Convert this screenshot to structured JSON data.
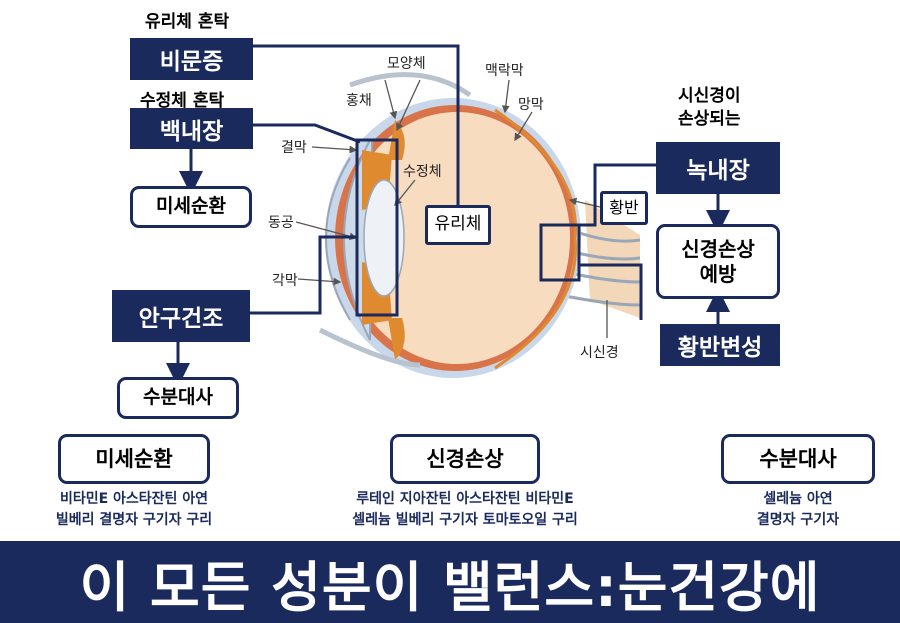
{
  "captions": {
    "vitreous_opacity": "유리체 혼탁",
    "lens_opacity": "수정체 혼탁",
    "optic_nerve_damage": "시신경이\n손상되는"
  },
  "conditions": {
    "floaters": "비문증",
    "cataract": "백내장",
    "glaucoma": "녹내장",
    "dry_eye": "안구건조",
    "macular_degeneration": "황반변성"
  },
  "outcomes": {
    "microcirculation": "미세순환",
    "hydration": "수분대사",
    "nerve_protection": "신경손상\n예방"
  },
  "anatomy": {
    "ciliary_body": "모양체",
    "iris": "홍채",
    "choroid": "맥락막",
    "retina": "망막",
    "conjunctiva": "결막",
    "lens": "수정체",
    "pupil": "동공",
    "cornea": "각막",
    "vitreous": "유리체",
    "macula": "황반",
    "optic_nerve": "시신경"
  },
  "nutrient_groups": [
    {
      "title": "미세순환",
      "line1": "비타민E 아스타잔틴 아연",
      "line2": "빌베리 결명자 구기자 구리"
    },
    {
      "title": "신경손상",
      "line1": "루테인 지아잔틴 아스타잔틴 비타민E",
      "line2": "셀레늄 빌베리 구기자 토마토오일 구리"
    },
    {
      "title": "수분대사",
      "line1": "셀레늄 아연",
      "line2": "결명자 구기자"
    }
  ],
  "banner": "이 모든 성분이 밸런스:눈건강에",
  "colors": {
    "navy": "#1b2a5c",
    "eye_fill": "#f7dcc0",
    "iris_orange": "#e08a30",
    "cornea_blue": "#c8d8ea"
  }
}
